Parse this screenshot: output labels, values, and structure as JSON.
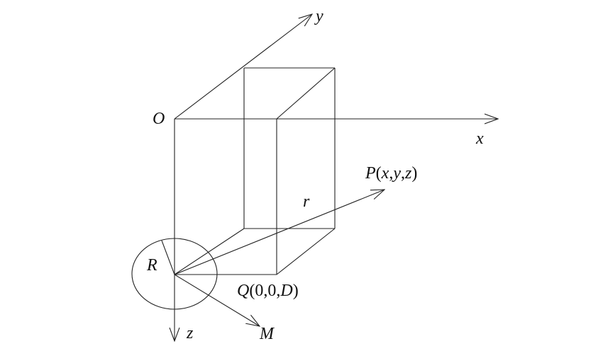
{
  "diagram": {
    "labels": {
      "origin": "O",
      "x_axis": "x",
      "y_axis": "y",
      "z_axis": "z",
      "radius": "R",
      "distance": "r",
      "moment": "M"
    },
    "point_p": {
      "name": "P",
      "open": "(",
      "x": "x",
      "c1": ",",
      "y": "y",
      "c2": ",",
      "z": "z",
      "close": ")"
    },
    "point_q": {
      "name": "Q",
      "coords": "(0,0,",
      "d": "D",
      "close": ")"
    }
  }
}
